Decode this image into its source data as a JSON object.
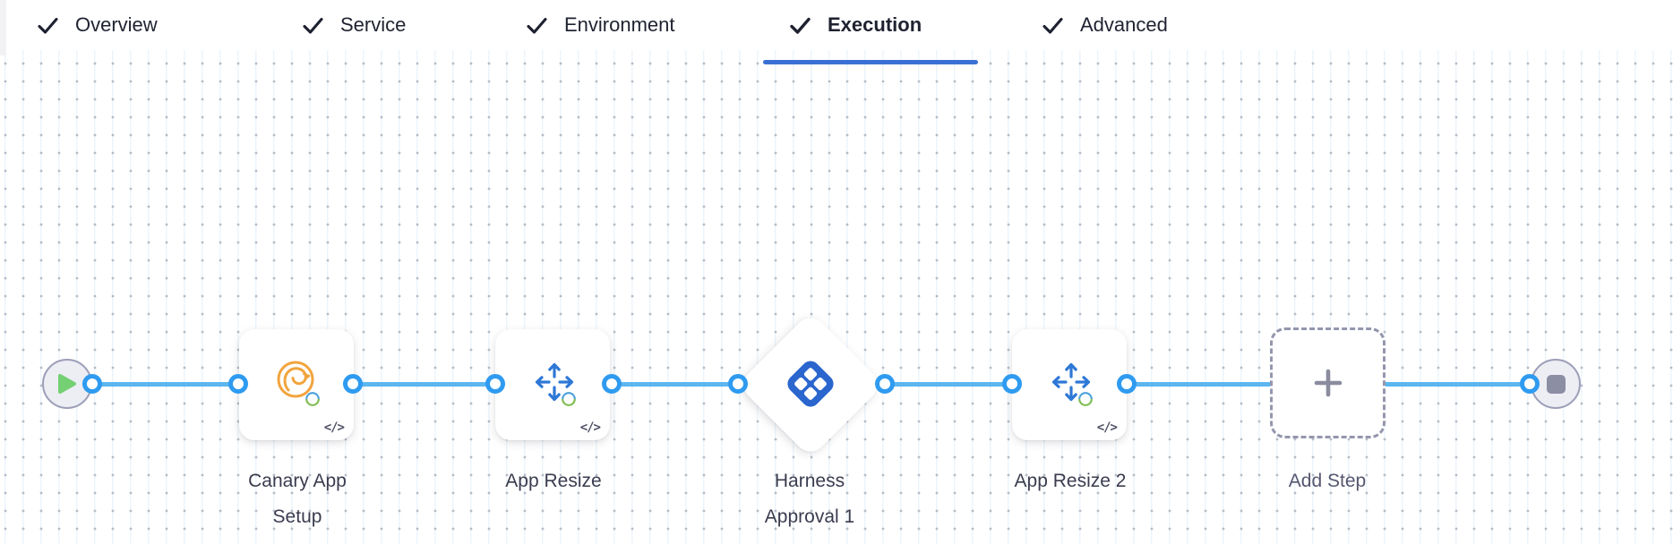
{
  "header": {
    "tabs": [
      {
        "label": "Overview",
        "checked": true,
        "active": false
      },
      {
        "label": "Service",
        "checked": true,
        "active": false
      },
      {
        "label": "Environment",
        "checked": true,
        "active": false
      },
      {
        "label": "Execution",
        "checked": true,
        "active": true
      },
      {
        "label": "Advanced",
        "checked": true,
        "active": false
      }
    ]
  },
  "pipeline": {
    "start_node_icon": "play-icon",
    "end_node_icon": "stop-icon",
    "code_badge_glyph": "</>",
    "steps": [
      {
        "label": "Canary App Setup",
        "icon": "canary-bird-icon",
        "shape": "card",
        "has_code_badge": true
      },
      {
        "label": "App Resize",
        "icon": "resize-arrows-icon",
        "shape": "card",
        "has_code_badge": true
      },
      {
        "label": "Harness Approval 1",
        "icon": "harness-approval-icon",
        "shape": "diamond",
        "has_code_badge": false
      },
      {
        "label": "App Resize 2",
        "icon": "resize-arrows-icon",
        "shape": "card",
        "has_code_badge": true
      },
      {
        "label": "Add Step",
        "icon": "plus-icon",
        "shape": "add-step-button",
        "has_code_badge": false
      }
    ]
  },
  "colors": {
    "wire_blue": "#5cb6f0",
    "port_blue": "#2f9bf0",
    "tab_underline_blue": "#3a70d4",
    "canary_orange": "#f2a43d",
    "resize_arrow_blue": "#2e78d6",
    "approval_blue": "#2a66ce",
    "play_green": "#74d073",
    "stop_gray": "#8c8ea4",
    "label_text": "#3a3c4f"
  }
}
